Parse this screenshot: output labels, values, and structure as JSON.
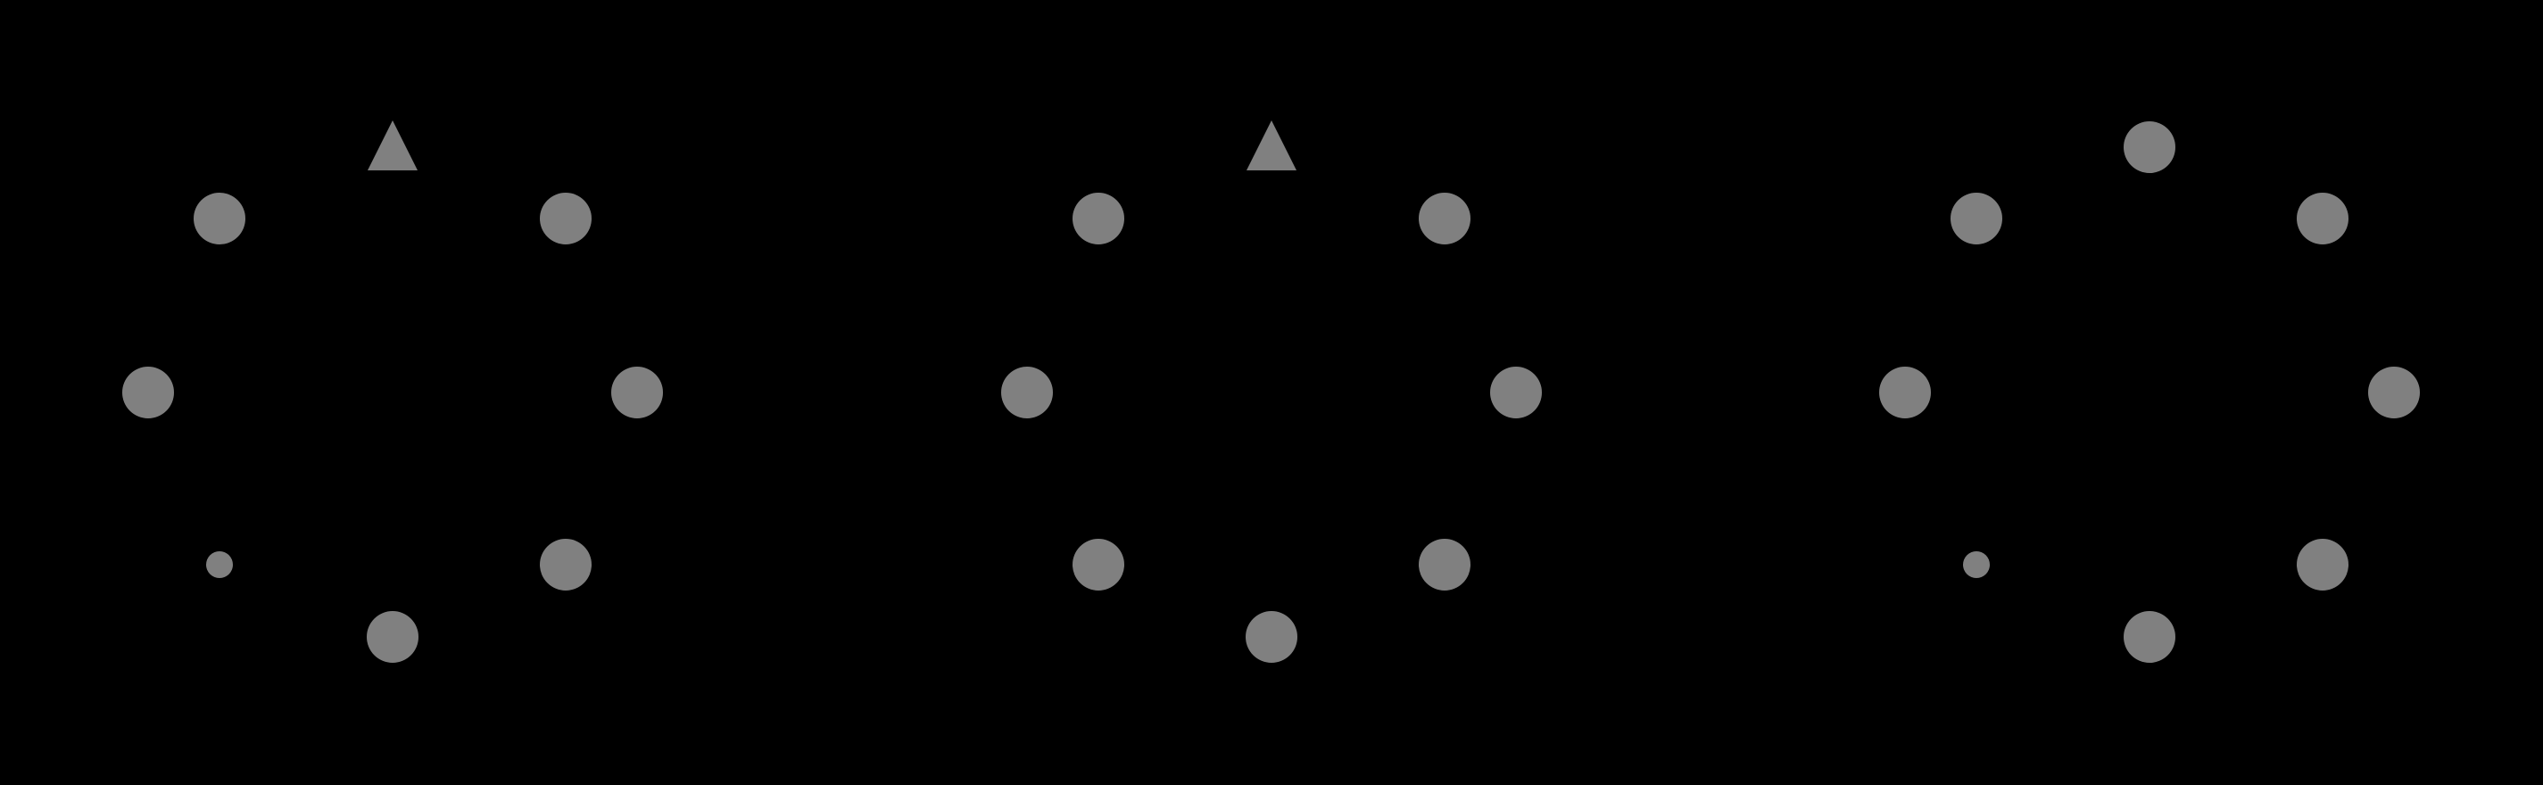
{
  "background_color": "#000000",
  "shape_color": "#808080",
  "panels": [
    {
      "name": "panel-1",
      "items": [
        {
          "slot": 0,
          "shape": "triangle",
          "size": "normal"
        },
        {
          "slot": 1,
          "shape": "circle",
          "size": "normal"
        },
        {
          "slot": 2,
          "shape": "circle",
          "size": "normal"
        },
        {
          "slot": 3,
          "shape": "circle",
          "size": "normal"
        },
        {
          "slot": 4,
          "shape": "circle",
          "size": "normal"
        },
        {
          "slot": 5,
          "shape": "circle",
          "size": "small"
        },
        {
          "slot": 6,
          "shape": "circle",
          "size": "normal"
        },
        {
          "slot": 7,
          "shape": "circle",
          "size": "normal"
        }
      ]
    },
    {
      "name": "panel-2",
      "items": [
        {
          "slot": 0,
          "shape": "triangle",
          "size": "normal"
        },
        {
          "slot": 1,
          "shape": "circle",
          "size": "normal"
        },
        {
          "slot": 2,
          "shape": "circle",
          "size": "normal"
        },
        {
          "slot": 3,
          "shape": "circle",
          "size": "normal"
        },
        {
          "slot": 4,
          "shape": "circle",
          "size": "normal"
        },
        {
          "slot": 5,
          "shape": "circle",
          "size": "normal"
        },
        {
          "slot": 6,
          "shape": "circle",
          "size": "normal"
        },
        {
          "slot": 7,
          "shape": "circle",
          "size": "normal"
        }
      ]
    },
    {
      "name": "panel-3",
      "items": [
        {
          "slot": 0,
          "shape": "circle",
          "size": "normal"
        },
        {
          "slot": 1,
          "shape": "circle",
          "size": "normal"
        },
        {
          "slot": 2,
          "shape": "circle",
          "size": "normal"
        },
        {
          "slot": 3,
          "shape": "circle",
          "size": "normal"
        },
        {
          "slot": 4,
          "shape": "circle",
          "size": "normal"
        },
        {
          "slot": 5,
          "shape": "circle",
          "size": "small"
        },
        {
          "slot": 6,
          "shape": "circle",
          "size": "normal"
        },
        {
          "slot": 7,
          "shape": "circle",
          "size": "normal"
        }
      ]
    }
  ]
}
